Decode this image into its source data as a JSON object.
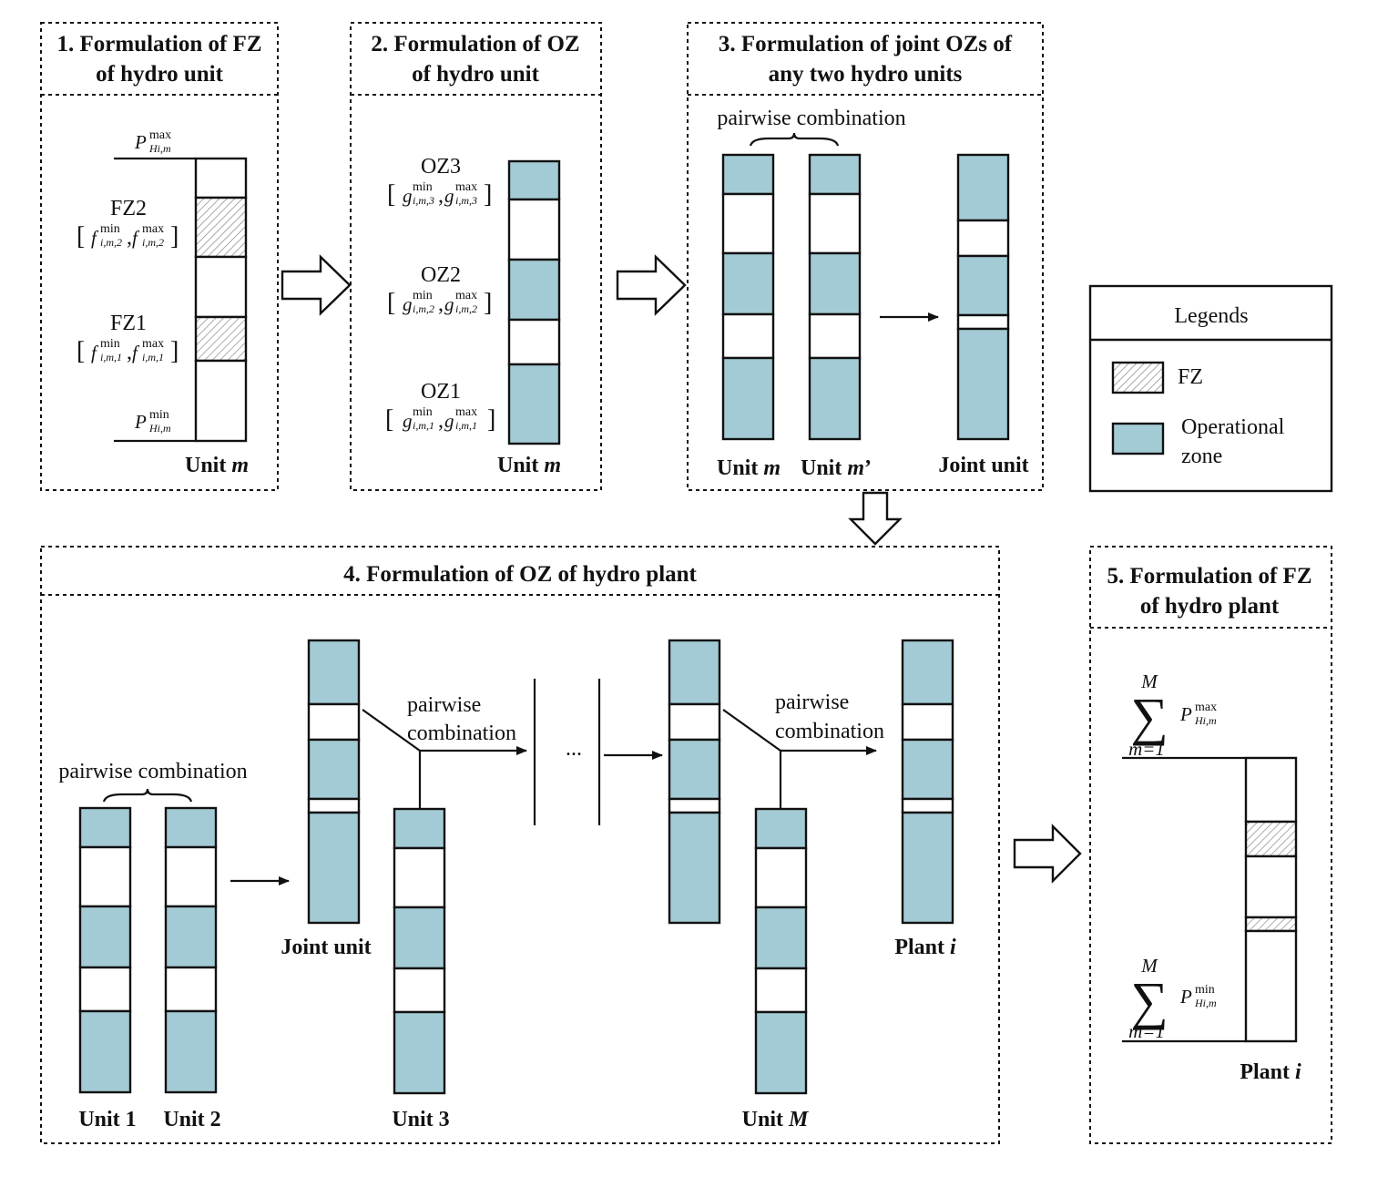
{
  "colors": {
    "operational_zone": "#a3cbd6",
    "forbidden_zone_hatch": "#888888",
    "line": "#111111",
    "background": "#ffffff"
  },
  "panels": {
    "p1": {
      "title_line1": "1. Formulation of FZ",
      "title_line2": "of hydro unit",
      "unit_label": "Unit ",
      "unit_var": "m"
    },
    "p2": {
      "title_line1": "2. Formulation of OZ",
      "title_line2": "of hydro unit",
      "unit_label": "Unit ",
      "unit_var": "m"
    },
    "p3": {
      "title_line1": "3. Formulation of joint OZs of",
      "title_line2": "any two hydro units",
      "pairwise": "pairwise combination",
      "unit_m": "Unit ",
      "unit_m_var": "m",
      "unit_m2": "Unit ",
      "unit_m2_var": "m",
      "unit_m2_suffix": "’",
      "joint": "Joint unit"
    },
    "p4": {
      "title": "4. Formulation of OZ of hydro plant",
      "pairwise_bottom": "pairwise combination",
      "pairwise_a1": "pairwise",
      "pairwise_a2": "combination",
      "pairwise_b1": "pairwise",
      "pairwise_b2": "combination",
      "ellipsis": "...",
      "unit1": "Unit 1",
      "unit2": "Unit 2",
      "unit3": "Unit 3",
      "unitM": "Unit ",
      "unitM_var": "M",
      "joint": "Joint unit",
      "plant": "Plant ",
      "plant_var": "i"
    },
    "p5": {
      "title_line1": "5. Formulation of FZ",
      "title_line2": "of hydro plant",
      "sum_top": "M",
      "sum_bottom": "m=1",
      "sigma": "∑",
      "plant": "Plant ",
      "plant_var": "i"
    }
  },
  "legend": {
    "title": "Legends",
    "fz": "FZ",
    "oz_line1": "Operational",
    "oz_line2": "zone"
  },
  "math": {
    "P": "P",
    "hi_m": "Hi,m",
    "max": "max",
    "min": "min",
    "f": "f",
    "g": "g",
    "fz2": "FZ2",
    "fz1": "FZ1",
    "oz3": "OZ3",
    "oz2": "OZ2",
    "oz1": "OZ1",
    "im2": "i,m,2",
    "im1": "i,m,1",
    "im3": "i,m,3",
    "lb": "[",
    "rb": "]",
    "comma": ","
  }
}
